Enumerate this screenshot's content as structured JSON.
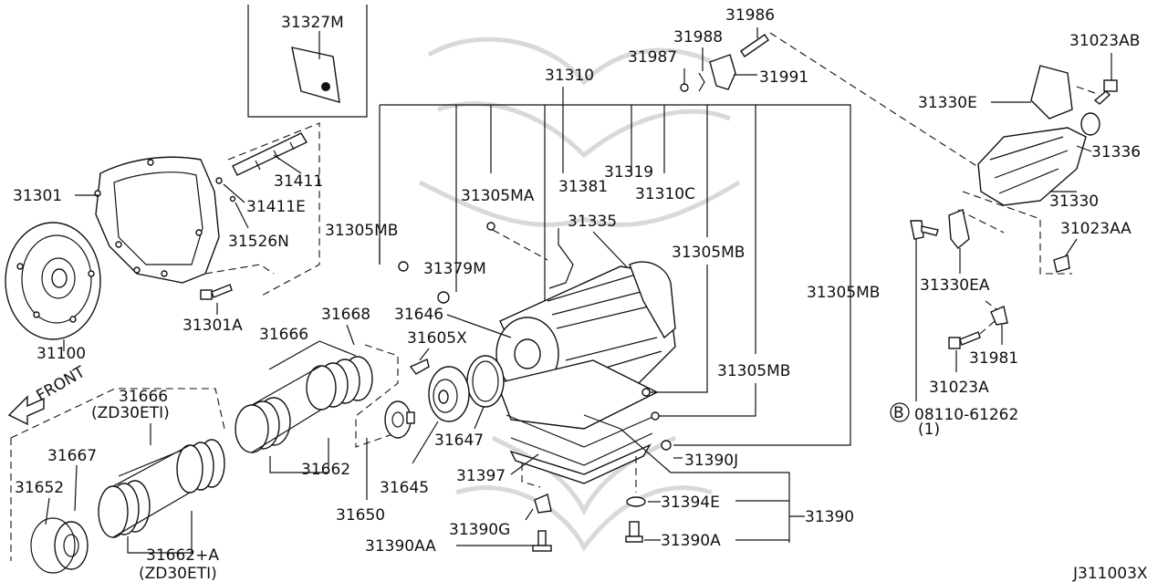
{
  "diagram": {
    "code": "J311003X",
    "front_label": "FRONT",
    "bolt_note": {
      "symbol": "B",
      "part": "08110-61262",
      "qty": "(1)"
    },
    "labels": {
      "p31327M": "31327M",
      "p31301": "31301",
      "p31411": "31411",
      "p31411E": "31411E",
      "p31526N": "31526N",
      "p31100": "31100",
      "p31301A": "31301A",
      "p31305MB_1": "31305MB",
      "p31305MB_2": "31305MB",
      "p31305MB_3": "31305MB",
      "p31305MB_4": "31305MB",
      "p31305MA": "31305MA",
      "p31379M": "31379M",
      "p31310": "31310",
      "p31381": "31381",
      "p31319": "31319",
      "p31310C": "31310C",
      "p31335": "31335",
      "p31987": "31987",
      "p31988": "31988",
      "p31986": "31986",
      "p31991": "31991",
      "p31023AB": "31023AB",
      "p31330E": "31330E",
      "p31336": "31336",
      "p31330": "31330",
      "p31023AA": "31023AA",
      "p31330EA": "31330EA",
      "p31981": "31981",
      "p31023A": "31023A",
      "p31668": "31668",
      "p31666": "31666",
      "p31646": "31646",
      "p31605X": "31605X",
      "p31647": "31647",
      "p31645": "31645",
      "p31650": "31650",
      "p31662": "31662",
      "p31397": "31397",
      "p31390J": "31390J",
      "p31394E": "31394E",
      "p31390": "31390",
      "p31390G": "31390G",
      "p31390AA": "31390AA",
      "p31390A": "31390A",
      "p31666zd": "31666",
      "zd30eti_1": "(ZD30ETI)",
      "p31667": "31667",
      "p31652": "31652",
      "p31662A": "31662+A",
      "zd30eti_2": "(ZD30ETI)"
    }
  }
}
